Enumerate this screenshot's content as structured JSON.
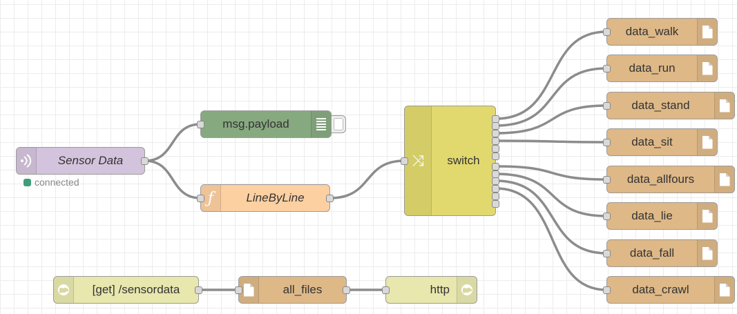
{
  "colors": {
    "grid": "#ececec",
    "wire": "#8c8c8c",
    "inject_node": "#d4c3dc",
    "debug_node": "#87a980",
    "function_node": "#fdd0a2",
    "switch_node": "#e2d96e",
    "file_node": "#deb887",
    "http_node": "#e7e7ae",
    "status_connected": "#3e9e79"
  },
  "nodes": {
    "sensor_data": {
      "label": "Sensor Data",
      "icon": "wireless-signal-icon",
      "status": "connected"
    },
    "debug": {
      "label": "msg.payload",
      "icon": "debug-lines-icon"
    },
    "line_by_line": {
      "label": "LineByLine",
      "icon": "function-icon",
      "glyph": "ƒ"
    },
    "switch": {
      "label": "switch",
      "icon": "switch-fork-icon",
      "glyph": "⤨"
    },
    "http_in": {
      "label": "[get] /sensordata",
      "icon": "globe-icon"
    },
    "all_files": {
      "label": "all_files",
      "icon": "file-icon"
    },
    "http_out": {
      "label": "http",
      "icon": "globe-icon"
    },
    "outputs": [
      {
        "label": "data_walk"
      },
      {
        "label": "data_run"
      },
      {
        "label": "data_stand"
      },
      {
        "label": "data_sit"
      },
      {
        "label": "data_allfours"
      },
      {
        "label": "data_lie"
      },
      {
        "label": "data_fall"
      },
      {
        "label": "data_crawl"
      }
    ]
  }
}
